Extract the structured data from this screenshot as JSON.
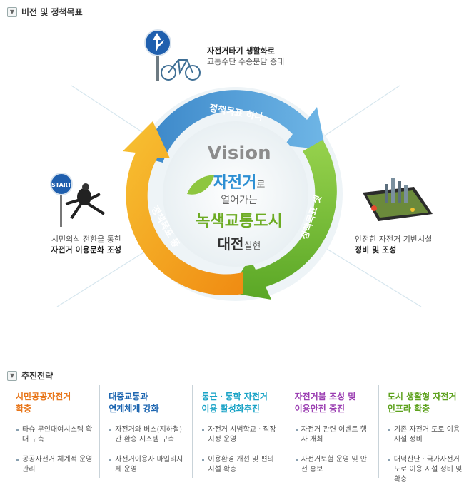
{
  "section1": {
    "title": "비전 및 정책목표"
  },
  "section2": {
    "title": "추진전략"
  },
  "vision": {
    "title": "Vision",
    "line1": "자전거",
    "line1_suffix": "로",
    "line2": "열어가는",
    "line3": "녹색교통도시",
    "line4": "대전",
    "line4_suffix": "실현"
  },
  "goals": [
    {
      "label": "정책목표 하나",
      "desc_line1": "자전거타기 생활화로",
      "desc_line2": "교통수단 수송분담 증대"
    },
    {
      "label": "정책목표 둘",
      "desc_line1": "시민의식 전환을 통한",
      "desc_line2": "자전거 이용문화 조성"
    },
    {
      "label": "정책목표 셋",
      "desc_line1": "안전한 자전거 기반시설",
      "desc_line2": "정비 및 조성"
    }
  ],
  "start_sign": "START",
  "strategies": [
    {
      "title_line1": "시민공공자전거",
      "title_line2": "확충",
      "color": "#e8761a",
      "items": [
        "타슈 무인대여시스템 확대 구축",
        "공공자전거 체계적 운영 관리"
      ]
    },
    {
      "title_line1": "대중교통과",
      "title_line2": "연계체계 강화",
      "color": "#1f67b1",
      "items": [
        "자전거와 버스(지하철) 간 환승 시스템 구축",
        "자전거이용자 마일리지제 운영"
      ]
    },
    {
      "title_line1": "통근ㆍ통학 자전거",
      "title_line2": "이용 활성화추진",
      "color": "#1aa3c6",
      "items": [
        "자전거 시범학교ㆍ직장 지정 운영",
        "이용환경 개선 및 편의시설 확충"
      ]
    },
    {
      "title_line1": "자전거붐 조성 및",
      "title_line2": "이용안전 증진",
      "color": "#9b3fb2",
      "items": [
        "자전거 관련 이벤트 행사 개최",
        "자전거보험 운영 및 안전 홍보"
      ]
    },
    {
      "title_line1": "도시 생활형 자전거",
      "title_line2": "인프라 확충",
      "color": "#5ea21e",
      "items": [
        "기존 자전거 도로 이용 시설 정비",
        "대덕산단ㆍ국가자전거 도로 이용 시설 정비 및 확충"
      ]
    }
  ],
  "colors": {
    "blue": "#4e9bd6",
    "green": "#7cc243",
    "orange": "#f4a623"
  }
}
